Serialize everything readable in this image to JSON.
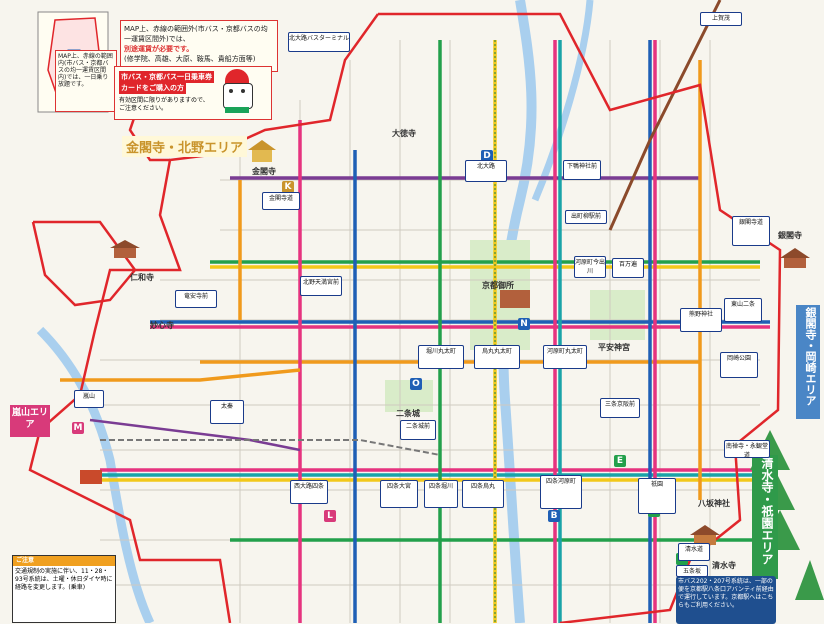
{
  "info_top": {
    "line1": "MAP上、赤線の範囲外(市バス・京都バスの均一運賃区間外)では、",
    "line2": "別途運賃が必要です。",
    "line3": "(修学院、高雄、大原、鞍馬、貴船方面等)"
  },
  "info_left": {
    "text": "MAP上、赤線の範囲内(市バス・京都バスの均一運賃区間内)では、一日乗り放題です。"
  },
  "ticket": {
    "title_line1": "市バス・京都バス一日乗車券",
    "title_line2": "カードをご購入の方",
    "note": "有効区間に限りがありますので、ご注意ください。"
  },
  "areas": {
    "kinkaku": "金閣寺・北野エリア",
    "ginkaku": "銀閣寺・岡崎エリア",
    "arashiyama": "嵐山エリア",
    "kiyomizu": "清水寺・祇園エリア"
  },
  "bottom_left": {
    "heading": "ご注意",
    "text": "交通規制の実施に伴い、11・28・93号系統は、土曜・休日ダイヤ時に経路を変更します。(乗車)"
  },
  "bottom_right": {
    "text": "市バス202・207号系統は、一部の便を京都駅八条口アバンティ前経由で運行しています。京都駅へはこちらもご利用ください。"
  },
  "markers": {
    "D": "D",
    "N": "N",
    "O": "O",
    "B": "B",
    "G": "G",
    "F": "F",
    "E": "E",
    "M": "M",
    "K": "K",
    "L": "L"
  },
  "stops": [
    {
      "id": "kitaoji",
      "label": "北大路"
    },
    {
      "id": "kitaoji-terminal",
      "label": "北大路バスターミナル"
    },
    {
      "id": "kumano",
      "label": "熊野神社"
    },
    {
      "id": "hyakumanben",
      "label": "百万遍"
    },
    {
      "id": "shijo-kawaramachi",
      "label": "四条河原町"
    },
    {
      "id": "shijo-karasuma",
      "label": "四条烏丸"
    },
    {
      "id": "gion",
      "label": "祇園"
    },
    {
      "id": "kiyomizu-michi",
      "label": "清水道"
    },
    {
      "id": "gojozaka",
      "label": "五条坂"
    },
    {
      "id": "okazaki",
      "label": "岡崎公園"
    },
    {
      "id": "higashiyama-nijo",
      "label": "東山二条"
    },
    {
      "id": "shijo-omiya",
      "label": "四条大宮"
    },
    {
      "id": "nishioji-shijo",
      "label": "西大路四条"
    },
    {
      "id": "kawaramachi-marutamachi",
      "label": "河原町丸太町"
    },
    {
      "id": "karasuma-marutamachi",
      "label": "烏丸丸太町"
    },
    {
      "id": "horikawa-marutamachi",
      "label": "堀川丸太町"
    },
    {
      "id": "nijojo-mae",
      "label": "二条城前"
    },
    {
      "id": "shijo-horikawa",
      "label": "四条堀川"
    },
    {
      "id": "kawaramachi-imadegawa",
      "label": "河原町今出川"
    },
    {
      "id": "kinkakuji-michi",
      "label": "金閣寺道"
    },
    {
      "id": "kitano-tenmangu",
      "label": "北野天満宮前"
    },
    {
      "id": "ryoanji",
      "label": "竜安寺前"
    },
    {
      "id": "uzumasa",
      "label": "太秦"
    },
    {
      "id": "arashiyama",
      "label": "嵐山"
    },
    {
      "id": "kamigamo",
      "label": "上賀茂"
    },
    {
      "id": "shimogamo",
      "label": "下鴨神社前"
    },
    {
      "id": "demachiyanagi",
      "label": "出町柳駅前"
    },
    {
      "id": "ginkakuji-michi",
      "label": "銀閣寺道"
    },
    {
      "id": "nanzenji",
      "label": "南禅寺・永観堂道"
    },
    {
      "id": "sanjo-keihan",
      "label": "三条京阪前"
    }
  ],
  "places": [
    {
      "id": "kinkakuji",
      "label": "金閣寺"
    },
    {
      "id": "nijojo",
      "label": "二条城"
    },
    {
      "id": "gosho",
      "label": "京都御所"
    },
    {
      "id": "ginkakuji",
      "label": "銀閣寺"
    },
    {
      "id": "heian",
      "label": "平安神宮"
    },
    {
      "id": "kiyomizudera",
      "label": "清水寺"
    },
    {
      "id": "yasaka",
      "label": "八坂神社"
    },
    {
      "id": "daitokuji",
      "label": "大徳寺"
    },
    {
      "id": "myoshinji",
      "label": "妙心寺"
    },
    {
      "id": "ninnaji",
      "label": "仁和寺"
    }
  ],
  "colors": {
    "boundary": "#e0262b",
    "water": "#9fc7ea",
    "line_green": "#23a04b",
    "line_blue": "#1f5fb5",
    "line_orange": "#f09a1c",
    "line_pink": "#e6337f",
    "line_purple": "#7a3c93",
    "line_brown": "#8b4a2b",
    "line_yellow": "#f2c81a",
    "line_teal": "#1aa3a8",
    "area_kinkaku": "#d6a21a",
    "area_ginkaku": "#4a86c6",
    "area_arashiyama": "#d83a7a",
    "area_kiyomizu": "#2f9a4a"
  }
}
